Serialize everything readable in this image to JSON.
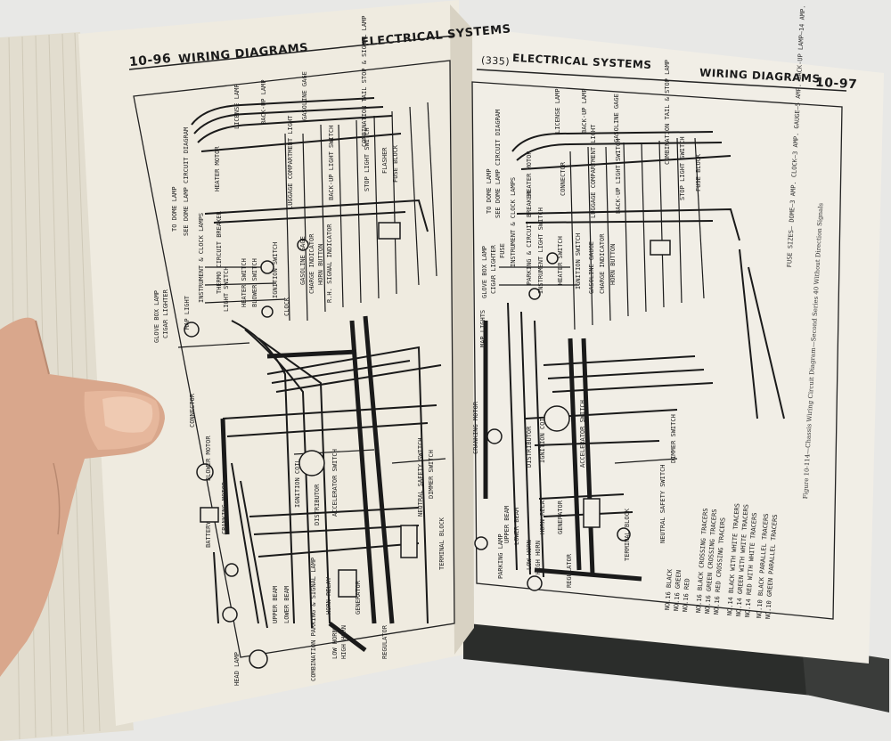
{
  "left_page": {
    "page_number": "10-96",
    "section": "WIRING DIAGRAMS",
    "chapter": "ELECTRICAL SYSTEMS",
    "labels": [
      "HEAD LAMP",
      "COMBINATION PARKING & SIGNAL LAMP",
      "UPPER BEAM",
      "LOWER BEAM",
      "HORN RELAY",
      "LOW HORN",
      "HIGH HORN",
      "GENERATOR",
      "REGULATOR",
      "BATTERY",
      "CRANKING MOTOR",
      "BLOWER MOTOR",
      "CONNECTOR",
      "IGNITION COIL",
      "DISTRIBUTOR",
      "ACCELERATOR SWITCH",
      "NEUTRAL SAFETY SWITCH",
      "DIMMER SWITCH",
      "TERMINAL BLOCK",
      "GLOVE BOX LAMP",
      "CIGAR LIGHTER",
      "MAP LIGHT",
      "INSTRUMENT & CLOCK LAMPS",
      "THERMO CIRCUIT BREAKER",
      "LIGHT SWITCH",
      "HEATER SWITCH",
      "BLOWER SWITCH",
      "IGNITION SWITCH",
      "CLOCK",
      "GASOLINE GAGE",
      "CHARGE INDICATOR",
      "HORN BUTTON",
      "R.H. SIGNAL INDICATOR",
      "TO DOME LAMP",
      "SEE DOME LAMP CIRCUIT DIAGRAM",
      "HEATER MOTOR",
      "LICENSE LAMP",
      "BACK-UP LAMP",
      "GASOLINE GAGE",
      "LUGGAGE COMPARTMENT LIGHT",
      "BACK-UP LIGHT SWITCH",
      "STOP LIGHT SWITCH",
      "FLASHER",
      "FUSE BLOCK",
      "COMBINATION TAIL STOP & SIGNAL LAMP"
    ]
  },
  "right_page": {
    "page_ref": "(335)",
    "chapter": "ELECTRICAL SYSTEMS",
    "section": "WIRING DIAGRAMS",
    "page_number": "10-97",
    "caption": "Figure 10-114—Chassis Wiring Circuit Diagram—Second Series 40 Without Direction Signals",
    "fuse_sizes": "FUSE SIZES— DOME—3 AMP. CLOCK—3 AMP. GAUGE—5 AMP. BACK-UP LAMP—14 AMP.",
    "labels": [
      "LICENSE LAMP",
      "BACK-UP LAMP",
      "GASOLINE GAGE",
      "COMBINATION TAIL & STOP LAMP",
      "TO DOME LAMP",
      "SEE DOME LAMP CIRCUIT DIAGRAM",
      "HEATER MOTOR",
      "CONNECTOR",
      "LUGGAGE COMPARTMENT LIGHT",
      "BACK-UP LIGHT SWITCH",
      "STOP LIGHT SWITCH",
      "FUSE BLOCK",
      "GLOVE BOX LAMP",
      "CIGAR LIGHTER",
      "FUSE",
      "MAP LIGHTS",
      "INSTRUMENT & CLOCK LAMPS",
      "PARKING & CIRCUIT BREAKER",
      "INSTRUMENT LIGHT SWITCH",
      "HEATER SWITCH",
      "IGNITION SWITCH",
      "GASOLINE GAUGE",
      "CHARGE INDICATOR",
      "HORN BUTTON",
      "CRANKING MOTOR",
      "DISTRIBUTOR",
      "IGNITION COIL",
      "ACCELERATOR SWITCH",
      "NEUTRAL SAFETY SWITCH",
      "DIMMER SWITCH",
      "TERMINAL BLOCK",
      "GENERATOR",
      "REGULATOR",
      "HORN RELAY",
      "LOW HORN",
      "HIGH HORN",
      "UPPER BEAM",
      "LOWER BEAM",
      "PARKING LAMP"
    ],
    "legend": [
      "NO.16 BLACK",
      "NO.16 GREEN",
      "NO.16 RED",
      "NO.16 BLACK CROSSING TRACERS",
      "NO.16 GREEN CROSSING TRACERS",
      "NO.16 RED CROSSING TRACERS",
      "NO.14 BLACK WITH WHITE TRACERS",
      "NO.14 GREEN WITH WHITE TRACERS",
      "NO.14 RED WITH WHITE TRACERS",
      "NO.10 BLACK PARALLEL TRACERS",
      "NO.10 GREEN PARALLEL TRACERS"
    ]
  },
  "colors": {
    "background": "#e8e8e6",
    "paper_left": "#efebe0",
    "paper_right": "#f1eee6",
    "ink": "#1a1a1a",
    "skin": "#d9a78c",
    "binder": "#2b2d2b"
  }
}
